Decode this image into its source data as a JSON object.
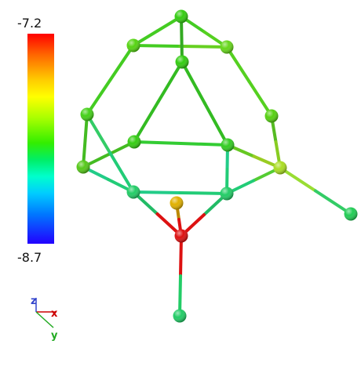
{
  "colorbar": {
    "max_label": "-7.2",
    "min_label": "-8.7"
  },
  "axes_triad": {
    "x_label": "x",
    "y_label": "y",
    "z_label": "z",
    "x_color": "#cc0000",
    "y_color": "#22aa22",
    "z_color": "#3344cc"
  },
  "molecule": {
    "atoms": [
      {
        "id": "a1",
        "color": "#33cc11"
      },
      {
        "id": "a2",
        "color": "#55d411"
      },
      {
        "id": "a3",
        "color": "#66d61a"
      },
      {
        "id": "a4",
        "color": "#33cc11"
      },
      {
        "id": "a5",
        "color": "#44d018"
      },
      {
        "id": "a6",
        "color": "#55d010"
      },
      {
        "id": "a7",
        "color": "#33cc11"
      },
      {
        "id": "a8",
        "color": "#33cc22"
      },
      {
        "id": "a9",
        "color": "#55c818"
      },
      {
        "id": "a10",
        "color": "#aadd22"
      },
      {
        "id": "a11",
        "color": "#22cc66"
      },
      {
        "id": "a12",
        "color": "#22cc66"
      },
      {
        "id": "a13",
        "color": "#e0b000"
      },
      {
        "id": "a14",
        "color": "#dd1111"
      },
      {
        "id": "a15",
        "color": "#22cc55"
      },
      {
        "id": "a16",
        "color": "#22cc66"
      }
    ]
  }
}
